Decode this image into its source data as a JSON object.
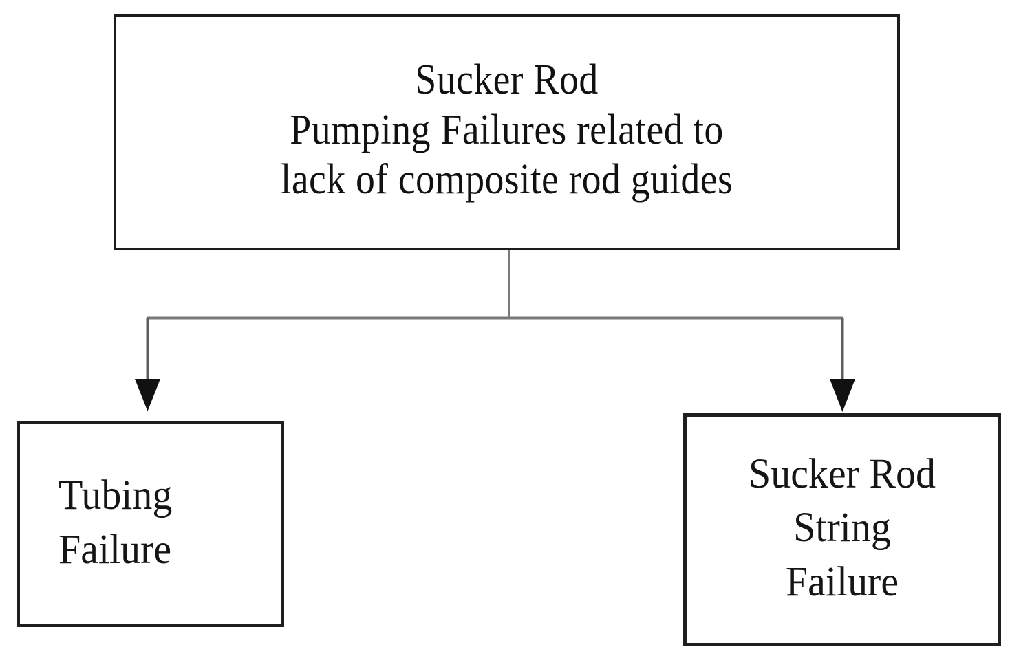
{
  "diagram": {
    "type": "flowchart",
    "orientation": "top-down",
    "background_color": "#ffffff",
    "title_text": "Sucker Rod Pumping Failures related to lack of composite rod guides",
    "root": {
      "id": "root",
      "lines": [
        "Sucker Rod",
        "Pumping Failures related to",
        "lack of composite rod guides"
      ],
      "text_align": "center",
      "border_color": "#1c1c1c",
      "fill_color": "#ffffff"
    },
    "children": [
      {
        "id": "tubing-failure",
        "lines": [
          "Tubing",
          "Failure"
        ],
        "text_align": "left",
        "border_color": "#1f1f1f",
        "fill_color": "#ffffff"
      },
      {
        "id": "sucker-rod-string-failure",
        "lines": [
          "Sucker Rod",
          "String",
          "Failure"
        ],
        "text_align": "center",
        "border_color": "#1f1f1f",
        "fill_color": "#ffffff"
      }
    ],
    "connectors": {
      "line_color": "#7a7a7a",
      "arrowhead_color": "#111111",
      "stem_label": "root-to-branch-stem",
      "bus_label": "horizontal-distribution-bar",
      "left_drop_label": "drop-to-tubing-failure",
      "right_drop_label": "drop-to-sucker-rod-string-failure"
    }
  }
}
